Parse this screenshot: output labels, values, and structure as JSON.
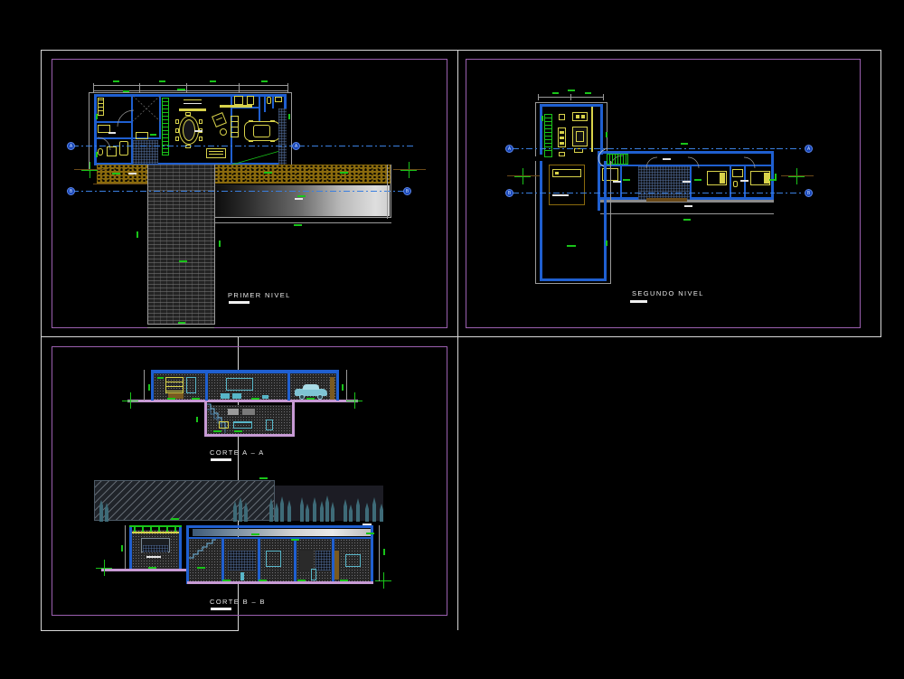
{
  "sheet": {
    "background_color": "#000000",
    "frame_color": "#d8d8d8",
    "inner_border_color": "#9b5fb0",
    "title_text_color": "#e8e8e8"
  },
  "panels": [
    {
      "id": "panel-primer-nivel",
      "label": "PRIMER  NIVEL",
      "drawing_type": "floor-plan",
      "position": "top-left"
    },
    {
      "id": "panel-segundo-nivel",
      "label": "SEGUNDO  NIVEL",
      "drawing_type": "floor-plan",
      "position": "top-right"
    },
    {
      "id": "panel-cortes",
      "label": "",
      "drawing_type": "sections",
      "position": "bottom-left",
      "sections": [
        {
          "id": "section-a",
          "label": "CORTE   A  –  A"
        },
        {
          "id": "section-b",
          "label": "CORTE   B  –  B"
        }
      ]
    },
    {
      "id": "panel-empty",
      "label": "",
      "drawing_type": "empty",
      "position": "bottom-right"
    }
  ],
  "axis_markers": {
    "primer_nivel": [
      "A",
      "B",
      "A",
      "B"
    ],
    "segundo_nivel": [
      "A",
      "B",
      "A",
      "B"
    ]
  },
  "colors": {
    "wall_blue": "#1f5fd0",
    "furniture_yellow": "#d8d24a",
    "annotation_green": "#19c419",
    "axis_blue": "#3a7fe0",
    "vegetation_olive": "#8a6a0d",
    "section_floor_magenta": "#c79ad4",
    "section_cyan": "#58b7c9",
    "dimension_gray": "#9a9a9a",
    "border_purple": "#9b5fb0",
    "frame_white": "#d8d8d8"
  }
}
